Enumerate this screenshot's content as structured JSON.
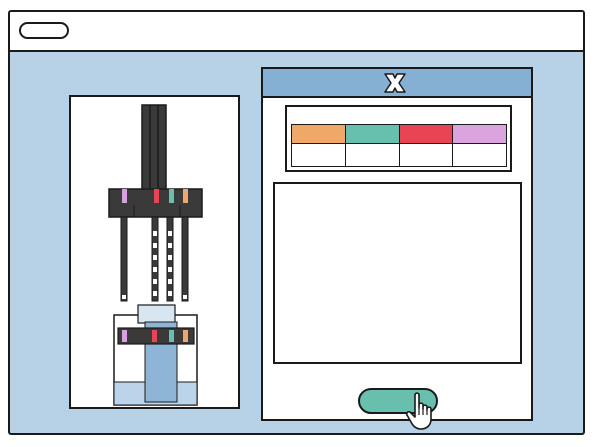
{
  "window": {
    "title": "",
    "background": "#b7d1e6"
  },
  "titlebar": {
    "pill_label": ""
  },
  "gel_panel": {
    "icon": "electrophoresis-gel-icon",
    "colors": {
      "dark": "#3a3a3a",
      "lane_fill": "#8fb5d6",
      "lane_base": "#bcd4ea",
      "pink": "#d7a0df",
      "red": "#e94453",
      "teal": "#69bfad",
      "orange": "#f0a86a"
    }
  },
  "dialog": {
    "header_color": "#86afd4",
    "close_icon": "close-x-icon",
    "swatches": [
      {
        "name": "orange-swatch",
        "color": "#f0a86a",
        "label": ""
      },
      {
        "name": "teal-swatch",
        "color": "#69bfad",
        "label": ""
      },
      {
        "name": "red-swatch",
        "color": "#e94453",
        "label": ""
      },
      {
        "name": "violet-swatch",
        "color": "#dba3e0",
        "label": ""
      }
    ],
    "work_area_text": "",
    "confirm_button": {
      "label": "",
      "color": "#69bfad"
    },
    "cursor_icon": "hand-pointer-icon"
  }
}
